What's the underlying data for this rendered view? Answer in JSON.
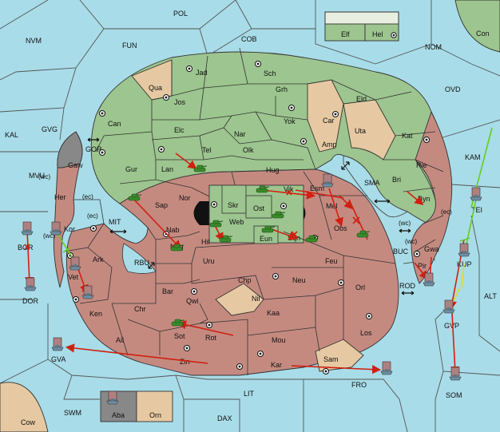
{
  "colors": {
    "sea": "#a8dce8",
    "green_power": "#9dc58f",
    "red_power": "#c48a80",
    "neutral": "#e6c9a2",
    "impassable": "#888888",
    "order_arrow": "#d02010",
    "support_line": "#66cc22",
    "convoy_line": "#dddd22"
  },
  "seas": {
    "pol": "POL",
    "fun": "FUN",
    "cob": "COB",
    "nvm": "NVM",
    "nom": "NOM",
    "con": "Con",
    "kal": "KAL",
    "gvg": "GVG",
    "ovd": "OVD",
    "kam": "KAM",
    "mvu": "MVU",
    "gor": "GOR",
    "mit": "MIT",
    "rbu": "RBU",
    "sma": "SMA",
    "bor": "BOR",
    "dor": "DOR",
    "buc": "BUC",
    "rod": "ROD",
    "tei": "TEI",
    "kup": "KUP",
    "alt": "ALT",
    "gvp": "GVP",
    "gva": "GVA",
    "fro": "FRO",
    "som": "SOM",
    "lit": "LIT",
    "swm": "SWM",
    "dax": "DAX",
    "cow": "Cow"
  },
  "green_territories": {
    "jad": "Jad",
    "sch": "Sch",
    "jos": "Jos",
    "grh": "Grh",
    "can": "Can",
    "elc": "Elc",
    "nar": "Nar",
    "yok": "Yok",
    "tel": "Tel",
    "olk": "Olk",
    "gur": "Gur",
    "lan": "Lan",
    "hug": "Hug",
    "sap": "Sap",
    "nor": "Nor",
    "skr": "Skr",
    "ost": "Ost",
    "web": "Web",
    "eun": "Eun",
    "amp": "Amp",
    "kat": "Kat",
    "rie": "Rie",
    "bri": "Bri",
    "byn": "Byn",
    "gaw": "Gaw",
    "kor": "Kor",
    "vet": "Vet",
    "elf": "Elf",
    "hel": "Hel",
    "eld": "Eld"
  },
  "red_territories": {
    "her": "Her",
    "ark": "Ark",
    "ken": "Ken",
    "nab": "Nab",
    "nog": "Nog",
    "hil": "Hil",
    "uru": "Uru",
    "vik": "Vik",
    "esm": "Esm",
    "mel": "Mel",
    "obs": "Obs",
    "sqn": "Sqn",
    "feu": "Feu",
    "chp": "Chp",
    "neu": "Neu",
    "orl": "Orl",
    "bar": "Bar",
    "qwi": "Qwi",
    "chr": "Chr",
    "kaa": "Kaa",
    "los": "Los",
    "ail": "Ail",
    "sot": "Sot",
    "rot": "Rot",
    "mou": "Mou",
    "zin": "Zin",
    "kar": "Kar",
    "gwa": "Gwa",
    "pir": "Pir",
    "aba": "Aba"
  },
  "neutral_territories": {
    "qua": "Qua",
    "car": "Car",
    "uta": "Uta",
    "nil": "Nil",
    "sam": "Sam",
    "orn": "Orn"
  },
  "coast_labels": {
    "wc1": "(wc)",
    "ec1": "(ec)",
    "ec2": "(ec)",
    "wc2": "(wc)",
    "wc3": "(wc)",
    "ec3": "(ec)",
    "wc4": "(wc)"
  }
}
